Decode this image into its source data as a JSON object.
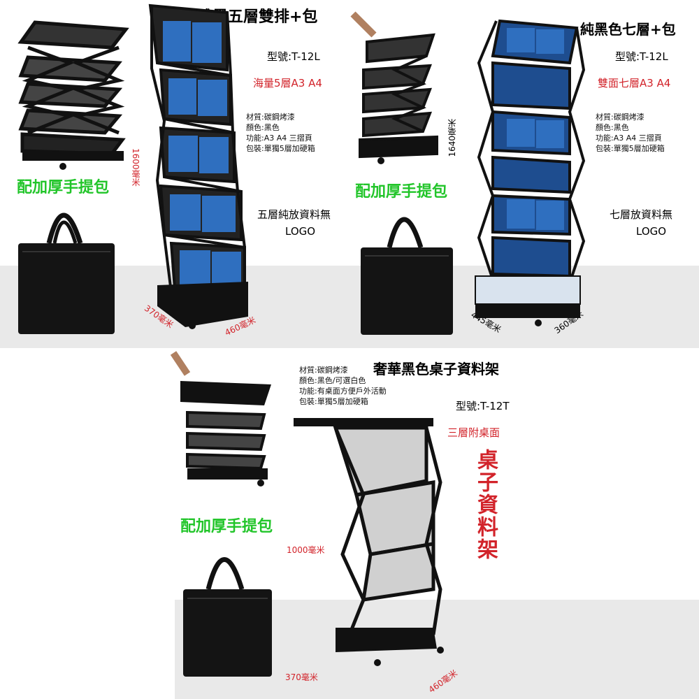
{
  "panel1": {
    "title": "雅黑五層雙排+包",
    "model": "型號:T-12L",
    "capacity": "海量5層A3 A4",
    "specs": [
      "材質:碳鋼烤漆",
      "顏色:黑色",
      "功能:A3 A4 三摺頁",
      "包裝:單獨5層加硬箱"
    ],
    "bag_label": "配加厚手提包",
    "note_line1": "五層純放資料無",
    "note_line2": "LOGO",
    "height_dim": "1600毫米",
    "depth_dim": "370毫米",
    "width_dim": "460毫米"
  },
  "panel2": {
    "title": "純黑色七層+包",
    "model": "型號:T-12L",
    "capacity": "雙面七層A3 A4",
    "specs": [
      "材質:碳鋼烤漆",
      "顏色:黑色",
      "功能:A3 A4 三摺頁",
      "包裝:單獨5層加硬箱"
    ],
    "bag_label": "配加厚手提包",
    "note_line1": "七層放資料無",
    "note_line2": "LOGO",
    "height_dim": "1640毫米",
    "depth_dim": "445毫米",
    "width_dim": "360毫米"
  },
  "panel3": {
    "title": "奢華黑色桌子資料架",
    "model": "型號:T-12T",
    "capacity": "三層附桌面",
    "specs": [
      "材質:碳鋼烤漆",
      "顏色:黑色/可選白色",
      "功能:有桌面方便戶外活動",
      "包裝:單獨5層加硬箱"
    ],
    "bag_label": "配加厚手提包",
    "vertical_label": "桌子資料架",
    "height_dim": "1000毫米",
    "depth_dim": "370毫米",
    "width_dim": "460毫米"
  },
  "colors": {
    "accent_red": "#d2232a",
    "accent_green": "#22c52a",
    "frame": "#111111",
    "floor": "#e9e9e9",
    "brochure_blue": "#2f6fbf"
  }
}
